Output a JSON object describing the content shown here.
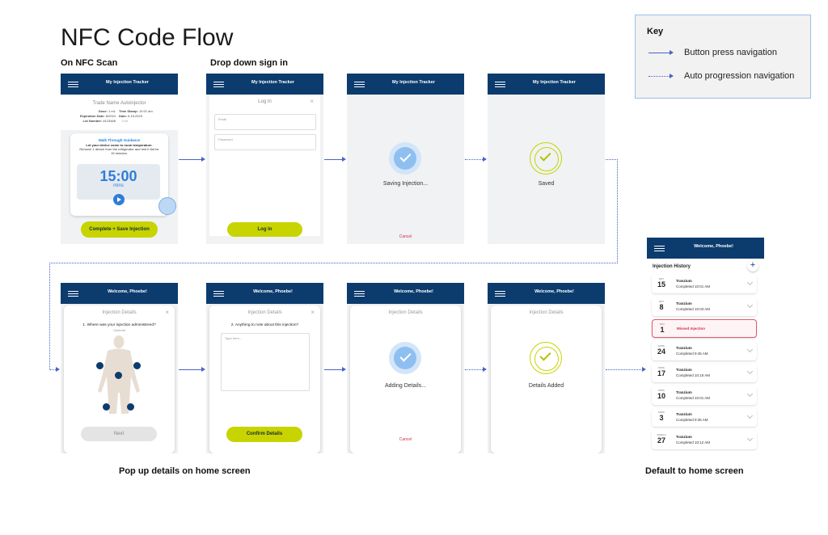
{
  "title": "NFC Code Flow",
  "sections": {
    "nfc_scan": "On NFC Scan",
    "drop_down": "Drop down sign in",
    "pop_up": "Pop up details on home screen",
    "default_home": "Default to home screen"
  },
  "key": {
    "title": "Key",
    "button_press": "Button press navigation",
    "auto_progression": "Auto progression navigation"
  },
  "colors": {
    "header": "#0c3c6e",
    "accent_green": "#c7d400",
    "arrow": "#4a62c6",
    "missed": "#d0304f"
  },
  "screens": {
    "s1": {
      "header": "My Injection Tracker",
      "trade_name": "Trade Name Autoinjector",
      "dose_label": "Dose:",
      "dose_value": "1 mL",
      "time_label": "Time Stamp:",
      "time_value": "10:01 am",
      "exp_label": "Expiration Date:",
      "exp_value": "8/2024",
      "date_label": "Date:",
      "date_value": "5.15.2023",
      "lot_label": "Lot Number:",
      "lot_value": "#123456",
      "edit": "Edit",
      "guidance_title": "Walk Through Guidance",
      "guidance_bold": "Let your device come to room temperature.",
      "guidance_text": "Remove 1 device from the refrigerator and rest it flat for 15 minutes.",
      "timer": "15:00",
      "timer_unit": "mins",
      "button": "Complete + Save Injection"
    },
    "s2": {
      "header": "My Injection Tracker",
      "modal_title": "Log In",
      "email": "Email",
      "password": "Password",
      "button": "Log In"
    },
    "s3": {
      "header": "My Injection Tracker",
      "status": "Saving Injection...",
      "cancel": "Cancel"
    },
    "s4": {
      "header": "My Injection Tracker",
      "status": "Saved"
    },
    "s5": {
      "header": "Welcome, Phoebe!",
      "modal_title": "Injection Details",
      "question": "1. Where was your injection administered?",
      "optional": "Optional",
      "button": "Next"
    },
    "s6": {
      "header": "Welcome, Phoebe!",
      "modal_title": "Injection Details",
      "question": "2. Anything to note about this injection?",
      "placeholder": "Type here...",
      "button": "Confirm Details"
    },
    "s7": {
      "header": "Welcome, Phoebe!",
      "modal_title": "Injection Details",
      "status": "Adding Details...",
      "cancel": "Cancel"
    },
    "s8": {
      "header": "Welcome, Phoebe!",
      "modal_title": "Injection Details",
      "status": "Details Added"
    },
    "home": {
      "header": "Welcome, Phoebe!",
      "history_title": "Injection History",
      "add": "+",
      "rows": [
        {
          "month": "MAY",
          "day": "15",
          "name": "Tranzium",
          "status": "Completed 10:01 AM"
        },
        {
          "month": "MAY",
          "day": "8",
          "name": "Tranzium",
          "status": "Completed 10:03 AM"
        },
        {
          "month": "MAY",
          "day": "1",
          "name": "Missed Injection",
          "status": ""
        },
        {
          "month": "APRIL",
          "day": "24",
          "name": "Tranzium",
          "status": "Completed 9:45 AM"
        },
        {
          "month": "APRIL",
          "day": "17",
          "name": "Tranzium",
          "status": "Completed 10:15 AM"
        },
        {
          "month": "APRIL",
          "day": "10",
          "name": "Tranzium",
          "status": "Completed 10:01 AM"
        },
        {
          "month": "APRIL",
          "day": "3",
          "name": "Tranzium",
          "status": "Completed 9:35 AM"
        },
        {
          "month": "MARCH",
          "day": "27",
          "name": "Tranzium",
          "status": "Completed 10:12 AM"
        }
      ]
    }
  }
}
